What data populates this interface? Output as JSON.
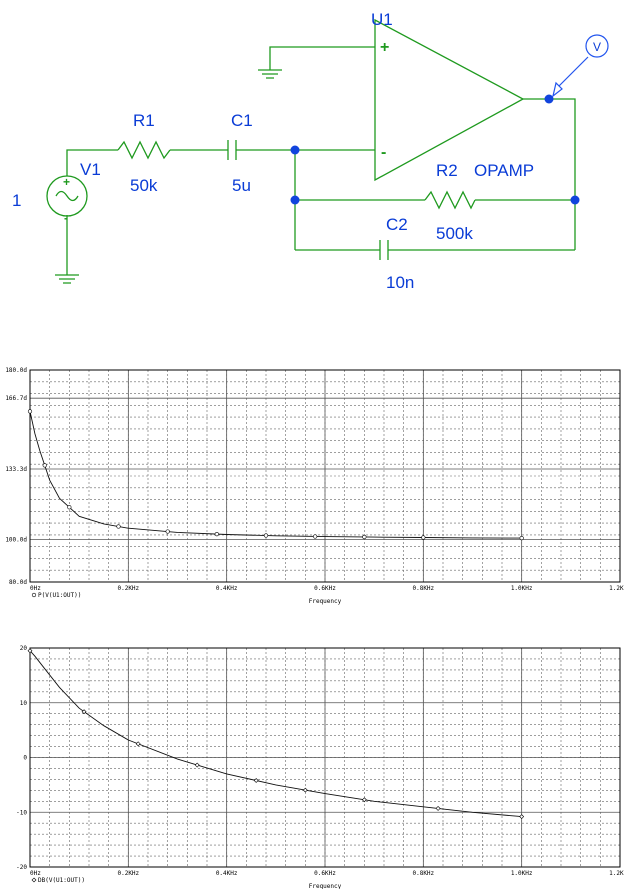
{
  "schematic": {
    "u1": "U1",
    "v1": "V1",
    "source_value": "1",
    "r1": "R1",
    "r1_value": "50k",
    "c1": "C1",
    "c1_value": "5u",
    "r2": "R2",
    "r2_value": "500k",
    "opamp": "OPAMP",
    "c2": "C2",
    "c2_value": "10n",
    "probe": "V",
    "plus": "+",
    "minus": "-"
  },
  "chart_data": [
    {
      "type": "line",
      "x": [
        0,
        10,
        20,
        40,
        60,
        100,
        150,
        200,
        300,
        400,
        500,
        600,
        700,
        800,
        900,
        1000
      ],
      "y": [
        160.5,
        150,
        142,
        128,
        119.5,
        111,
        107.4,
        105.4,
        103.4,
        102.4,
        101.8,
        101.4,
        101.2,
        101.0,
        100.8,
        100.7
      ],
      "series": [
        {
          "name": "P(V(U1:OUT))",
          "marker": "circle"
        }
      ],
      "xlabel": "Frequency",
      "xlim": [
        0,
        1200
      ],
      "ylim": [
        80,
        180
      ],
      "xticks": [
        "0Hz",
        "0.2KHz",
        "0.4KHz",
        "0.6KHz",
        "0.8KHz",
        "1.0KHz",
        "1.2KHz"
      ],
      "yticks": [
        {
          "v": 180,
          "label": "180.0d"
        },
        {
          "v": 166.7,
          "label": "166.7d"
        },
        {
          "v": 133.3,
          "label": "133.3d"
        },
        {
          "v": 100,
          "label": "100.0d"
        },
        {
          "v": 80,
          "label": "80.0d"
        }
      ],
      "markers_x": [
        0,
        30,
        80,
        180,
        280,
        380,
        480,
        580,
        680,
        800,
        1000
      ],
      "grid": true
    },
    {
      "type": "line",
      "x": [
        0,
        10,
        30,
        60,
        100,
        150,
        200,
        300,
        400,
        500,
        600,
        700,
        800,
        900,
        1000
      ],
      "y": [
        19.5,
        18.5,
        16.2,
        12.8,
        9.0,
        5.8,
        3.2,
        -0.3,
        -3.0,
        -5.0,
        -6.6,
        -8.0,
        -9.0,
        -10.0,
        -10.8
      ],
      "series": [
        {
          "name": "DB(V(U1:OUT))",
          "marker": "diamond"
        }
      ],
      "xlabel": "Frequency",
      "xlim": [
        0,
        1200
      ],
      "ylim": [
        -20,
        20
      ],
      "xticks": [
        "0Hz",
        "0.2KHz",
        "0.4KHz",
        "0.6KHz",
        "0.8KHz",
        "1.0KHz",
        "1.2KHz"
      ],
      "yticks": [
        {
          "v": 20,
          "label": "20"
        },
        {
          "v": 10,
          "label": "10"
        },
        {
          "v": 0,
          "label": "0"
        },
        {
          "v": -10,
          "label": "-10"
        },
        {
          "v": -20,
          "label": "-20"
        }
      ],
      "markers_x": [
        0,
        110,
        220,
        340,
        460,
        560,
        680,
        830,
        1000
      ],
      "grid": true
    }
  ]
}
